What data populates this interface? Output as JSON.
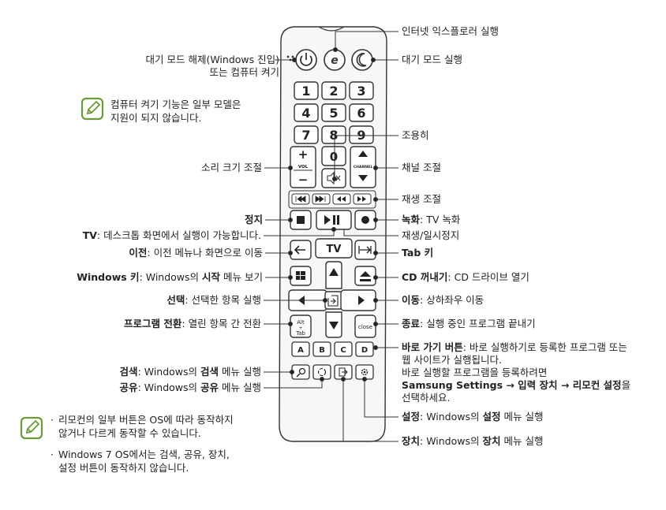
{
  "labels": {
    "ie": "인터넷 익스플로러 실행",
    "wake_1": "대기 모드 해제(Windows 진입)",
    "wake_2": "또는 컴퓨터 켜기",
    "sleep": "대기 모드 실행",
    "mute": "조용히",
    "volume": "소리 크기 조절",
    "channel": "채널 조절",
    "playback": "재생 조절",
    "stop": "정지",
    "record_b": "녹화",
    "record": ": TV 녹화",
    "tv_b": "TV",
    "tv": ": 데스크톱 화면에서 실행이 가능합니다.",
    "playpause": "재생/일시정지",
    "back_b": "이전",
    "back": ": 이전 메뉴나 화면으로 이동",
    "tab": "Tab 키",
    "win_b": "Windows 키",
    "win_1": ": Windows의 ",
    "win_b2": "시작",
    "win_2": " 메뉴 보기",
    "eject_b": "CD 꺼내기",
    "eject": ": CD 드라이브 열기",
    "select_b": "선택",
    "select": ": 선택한 항목 실행",
    "move_b": "이동",
    "move": ": 상하좌우 이동",
    "alttab_b": "프로그램 전환",
    "alttab": ": 열린 항목 간 전환",
    "close_b": "종료",
    "close": ": 실행 중인 프로그램 끝내기",
    "shortcut_b": "바로 가기 버튼",
    "shortcut_1": ": 바로 실행하기로 등록한 프로그램 또는",
    "shortcut_2": "웹 사이트가 실행됩니다.",
    "shortcut_3": "바로 실행할 프로그램을 등록하려면",
    "shortcut_4a": "Samsung Settings → 입력 장치 → 리모컨 설정",
    "shortcut_4b": "을",
    "shortcut_5": "선택하세요.",
    "search_b": "검색",
    "search_1": ": Windows의 ",
    "search_b2": "검색",
    "search_2": " 메뉴 실행",
    "share_b": "공유",
    "share_1": ": Windows의 ",
    "share_b2": "공유",
    "share_2": " 메뉴 실행",
    "settings_b": "설정",
    "settings_1": ": Windows의 ",
    "settings_b2": "설정",
    "settings_2": " 메뉴 실행",
    "device_b": "장치",
    "device_1": ": Windows의 ",
    "device_b2": "장치",
    "device_2": " 메뉴 실행"
  },
  "notes": {
    "note1_1": "컴퓨터 켜기 기능은 일부 모델은",
    "note1_2": "지원이 되지 않습니다.",
    "bullet1_1": "리모컨의 일부 버튼은 OS에 따라 동작하지",
    "bullet1_2": "않거나 다르게 동작할 수 있습니다.",
    "bullet2_1": "Windows 7 OS에서는 검색, 공유, 장치,",
    "bullet2_2": "설정 버튼이 동작하지 않습니다."
  },
  "remote": {
    "keys": [
      "1",
      "2",
      "3",
      "4",
      "5",
      "6",
      "7",
      "8",
      "9",
      "0"
    ],
    "vol": "VOL",
    "channel": "CHANNEL",
    "tv": "TV",
    "alt": "Alt",
    "plus": "+",
    "tab": "Tab",
    "close": "close",
    "abcd": [
      "A",
      "B",
      "C",
      "D"
    ],
    "plus_sign": "+",
    "minus_sign": "−",
    "bullet": "·"
  },
  "colors": {
    "accent": "#6c9a3a",
    "line": "#333333",
    "remote": "#f7f7f7"
  }
}
